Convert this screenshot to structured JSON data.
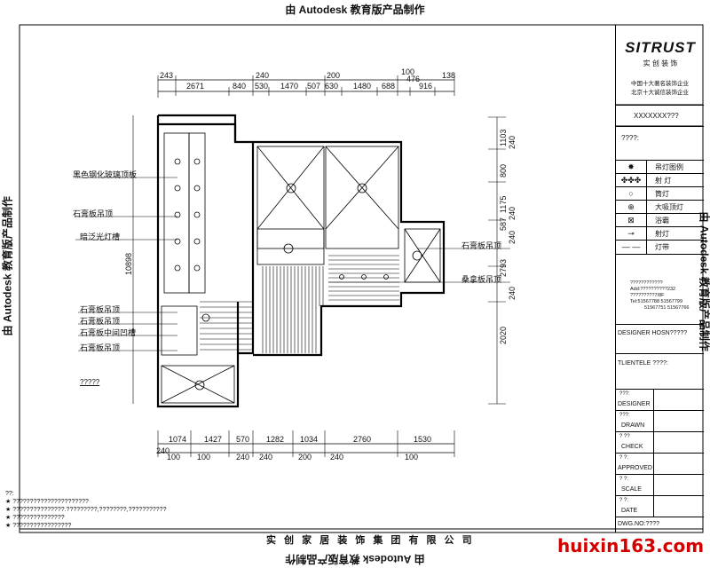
{
  "watermark": "由 Autodesk 教育版产品制作",
  "company": "实 创 家 居 装 饰 集 团 有 限 公 司",
  "site": "huixin163.com",
  "dims_top_row1": [
    "243",
    "240",
    "200",
    "100",
    "138"
  ],
  "dims_top_row2": [
    "2671",
    "840",
    "530",
    "1470",
    "507",
    "630",
    "1480",
    "688",
    "476",
    "916"
  ],
  "dims_left": "10898",
  "dims_right": [
    "1103",
    "240",
    "800",
    "1175",
    "240",
    "587",
    "240",
    "2793",
    "240",
    "2020"
  ],
  "dims_bottom_row1": [
    "1074",
    "1427",
    "570",
    "1282",
    "1034",
    "2760",
    "1530"
  ],
  "dims_bottom_row2": [
    "240",
    "100",
    "100",
    "240",
    "240",
    "200",
    "240",
    "100"
  ],
  "labels_left": [
    "黑色钢化玻璃顶板",
    "石膏板吊顶",
    "暗泛光灯槽",
    "石膏板吊顶",
    "石膏板吊顶",
    "石膏板中间凹槽",
    "石膏板吊顶"
  ],
  "labels_right": [
    "石膏板吊顶",
    "桑拿板吊顶"
  ],
  "q_label": "?????",
  "titleblock": {
    "logo": "SITRUST",
    "logo_sub": "实 创 装 饰",
    "tag1": "中国十大著名装饰企业",
    "tag2": "北京十大诚信装饰企业",
    "project": "XXXXXXX???",
    "field1": "????:",
    "legend": [
      {
        "icon": "pendant-icon",
        "symbol": "✸",
        "name": "吊灯图例"
      },
      {
        "icon": "spot-icon",
        "symbol": "✤✤✤",
        "name": "射  灯"
      },
      {
        "icon": "downlight-icon",
        "symbol": "○",
        "name": "筒灯"
      },
      {
        "icon": "ceiling-light-icon",
        "symbol": "⊕",
        "name": "大吸顶灯"
      },
      {
        "icon": "bath-heater-icon",
        "symbol": "⊠",
        "name": "浴霸"
      },
      {
        "icon": "spotlight-icon",
        "symbol": "⊸",
        "name": "射灯"
      },
      {
        "icon": "lightstrip-icon",
        "symbol": "— —",
        "name": "灯带"
      }
    ],
    "addr": [
      "????????????",
      "Add:??????????232",
      "?????????7/8F",
      "Tel:51567788  51567799",
      "51567751  51567766"
    ],
    "designer": "DESIGNER HOSN?????",
    "client": "TLIENTELE ????:",
    "rows": [
      {
        "cn": "???:",
        "en": "DESIGNER"
      },
      {
        "cn": "???:",
        "en": "DRAWN"
      },
      {
        "cn": "?  ??",
        "en": "CHECK"
      },
      {
        "cn": "?  ?:",
        "en": "APPROVED"
      },
      {
        "cn": "?  ?:",
        "en": "SCALE"
      },
      {
        "cn": "?  ?:",
        "en": "DATE"
      }
    ],
    "dwg": "DWG.NO:????"
  },
  "notes": [
    "??:",
    "★  ??????????????????????",
    "★  ???????????????.?????????,????????,???????????",
    "★  ???????????????",
    "★  ?????????????????"
  ]
}
